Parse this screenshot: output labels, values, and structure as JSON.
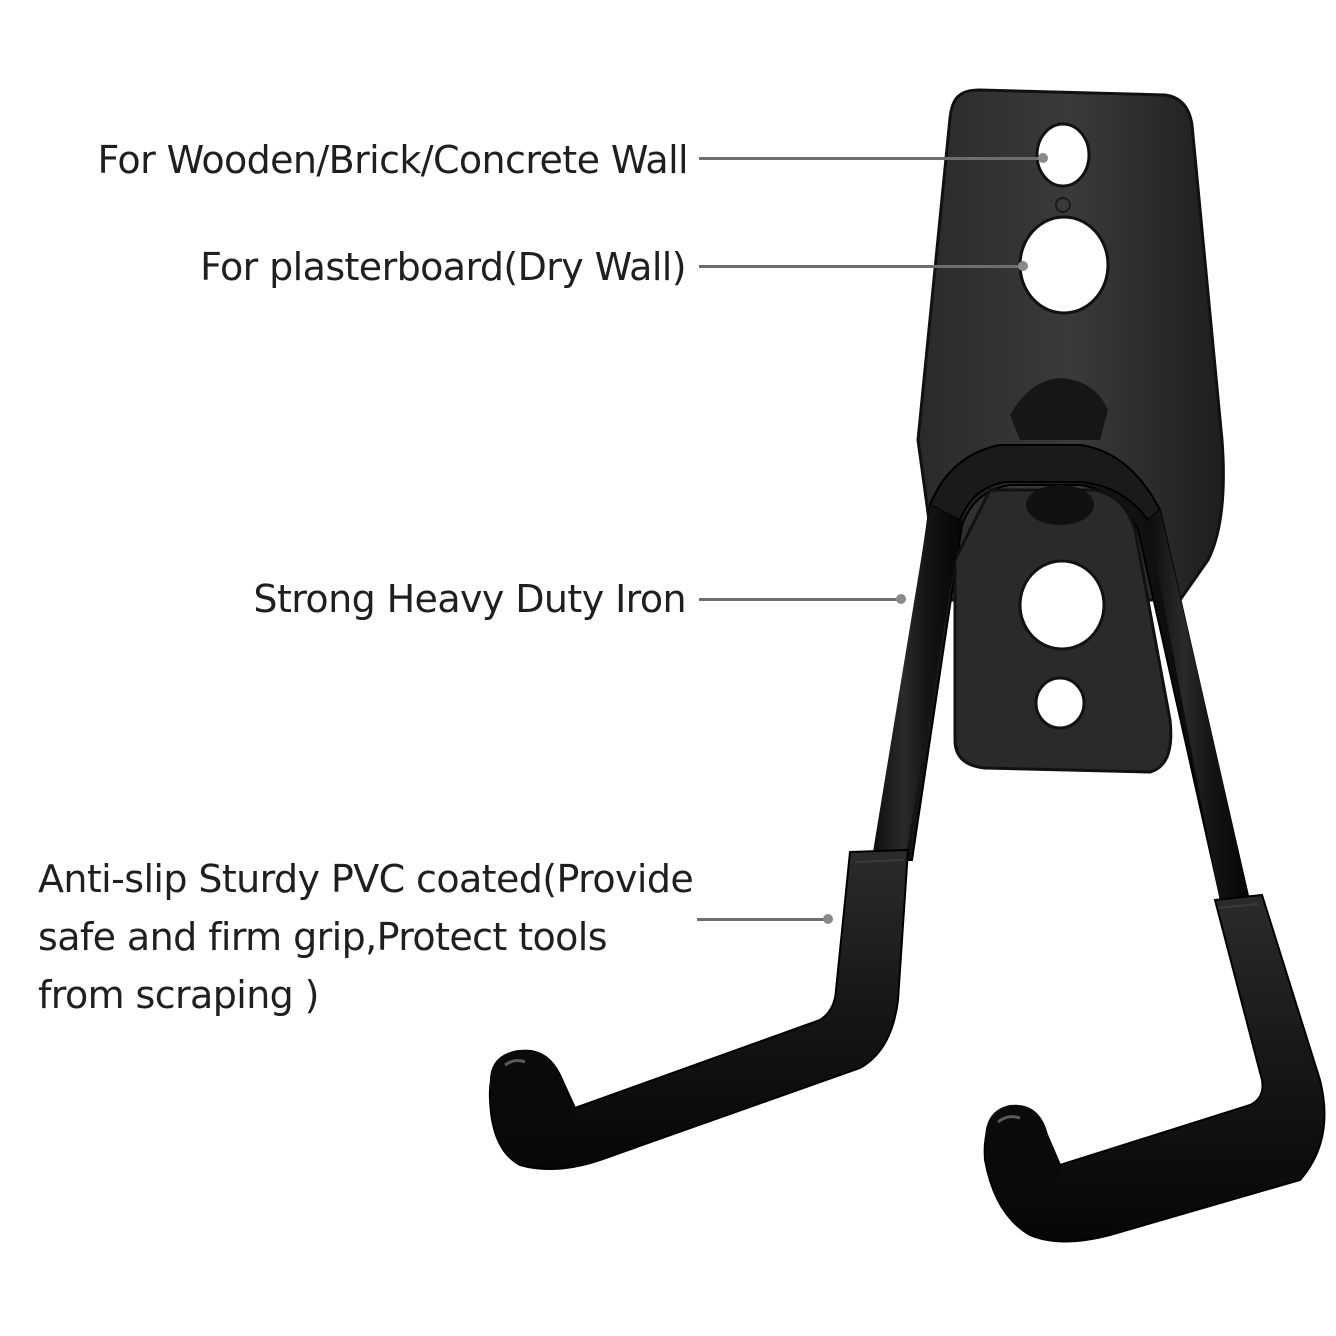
{
  "callouts": [
    {
      "id": "wood-brick-concrete-hole",
      "text": "For Wooden/Brick/Concrete Wall"
    },
    {
      "id": "plasterboard-hole",
      "text": "For plasterboard(Dry Wall)"
    },
    {
      "id": "heavy-duty-iron",
      "text": "Strong Heavy Duty Iron"
    },
    {
      "id": "pvc-coating",
      "lines": [
        "Anti-slip Sturdy PVC coated(Provide",
        "safe and firm grip,Protect tools",
        "from scraping )"
      ]
    }
  ],
  "colors": {
    "background": "#ffffff",
    "text": "#1f1f1f",
    "leader_line": "#6e6e6e",
    "leader_dot": "#8a8a8a",
    "plate_metal": "#2b2b2b",
    "hook_pvc": "#111111"
  },
  "product": {
    "name": "double-hook-wall-bracket"
  }
}
